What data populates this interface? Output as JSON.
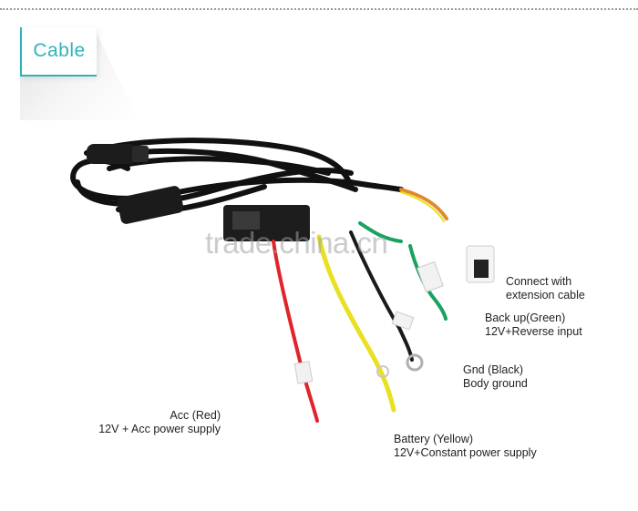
{
  "section": {
    "title": "Cable"
  },
  "watermark": "trade.china.cn",
  "labels": {
    "extension": {
      "line1": "Connect with",
      "line2": "extension cable"
    },
    "backup": {
      "line1": "Back up(Green)",
      "line2": "12V+Reverse input"
    },
    "gnd": {
      "line1": "Gnd (Black)",
      "line2": "Body ground"
    },
    "acc": {
      "line1": "Acc (Red)",
      "line2": "12V + Acc power supply"
    },
    "battery": {
      "line1": "Battery (Yellow)",
      "line2": "12V+Constant power supply"
    }
  },
  "colors": {
    "accent": "#2fb3ba",
    "wire_red": "#e0242a",
    "wire_yellow": "#e8e020",
    "wire_black": "#1a1a1a",
    "wire_green": "#1aa260",
    "wire_orange": "#e08a2a"
  },
  "icons": [
    "cable-harness",
    "ring-terminal",
    "connector-plug"
  ]
}
